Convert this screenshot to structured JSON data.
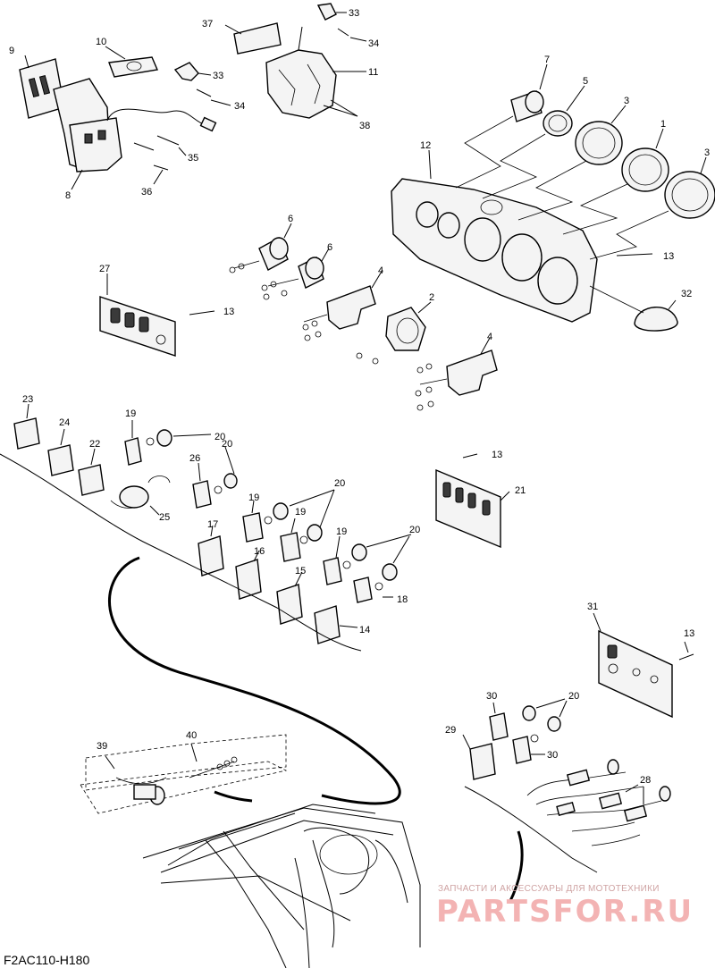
{
  "diagram": {
    "code": "F2AC110-H180",
    "watermark": {
      "tagline": "ЗАПЧАСТИ И АКСЕССУАРЫ ДЛЯ МОТОТЕХНИКИ",
      "brand": "PARTSFOR.RU",
      "color": "#f3b3b3"
    },
    "callouts": {
      "c1": "1",
      "c2": "2",
      "c3a": "3",
      "c3b": "3",
      "c4a": "4",
      "c4b": "4",
      "c5": "5",
      "c6a": "6",
      "c6b": "6",
      "c7": "7",
      "c8": "8",
      "c9": "9",
      "c10": "10",
      "c11": "11",
      "c12": "12",
      "c13a": "13",
      "c13b": "13",
      "c13c": "13",
      "c13d": "13",
      "c14": "14",
      "c15": "15",
      "c16": "16",
      "c17": "17",
      "c18": "18",
      "c19a": "19",
      "c19b": "19",
      "c19c": "19",
      "c19d": "19",
      "c20a": "20",
      "c20b": "20",
      "c20c": "20",
      "c20d": "20",
      "c20e": "20",
      "c21": "21",
      "c22": "22",
      "c23": "23",
      "c24": "24",
      "c25": "25",
      "c26": "26",
      "c27": "27",
      "c28": "28",
      "c29": "29",
      "c30a": "30",
      "c30b": "30",
      "c31": "31",
      "c32": "32",
      "c33a": "33",
      "c33b": "33",
      "c34a": "34",
      "c34b": "34",
      "c35": "35",
      "c36": "36",
      "c37": "37",
      "c38": "38",
      "c39": "39",
      "c40": "40"
    }
  }
}
